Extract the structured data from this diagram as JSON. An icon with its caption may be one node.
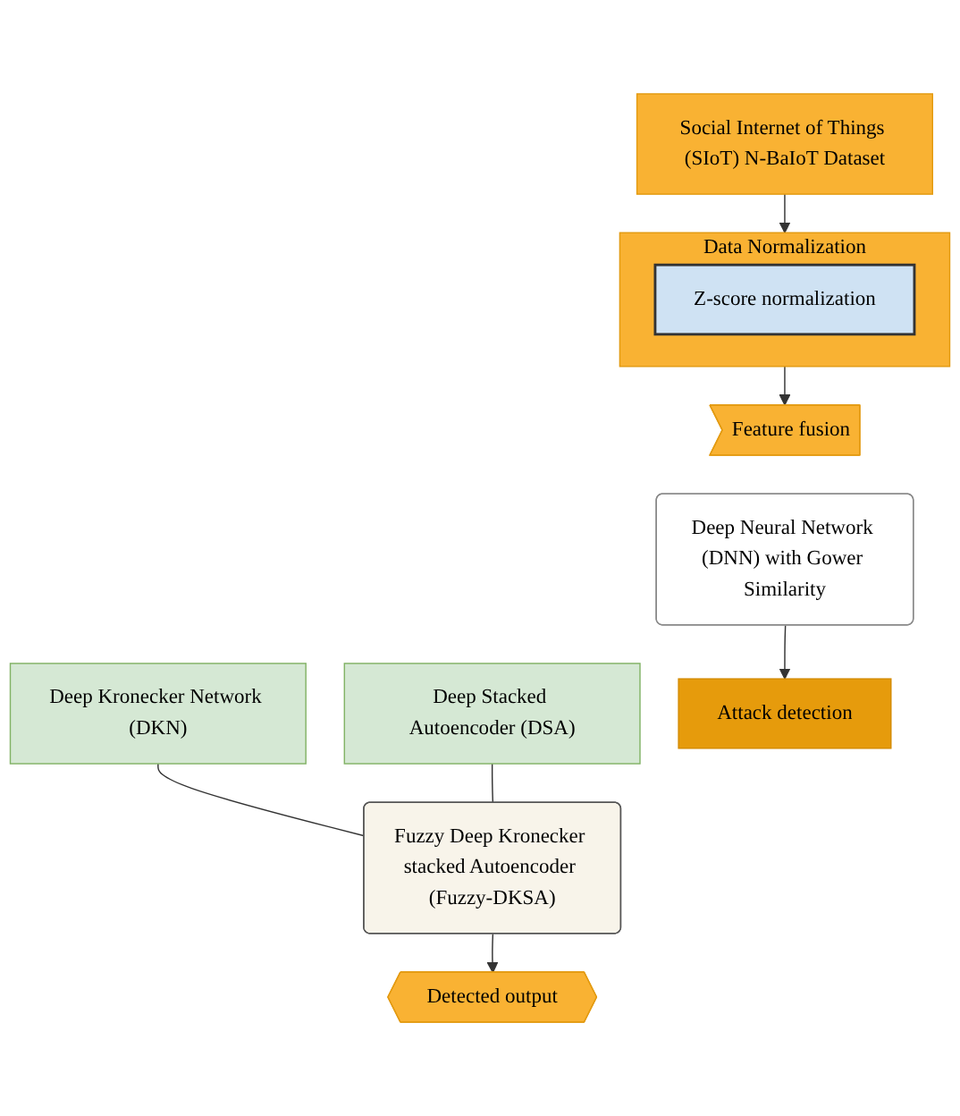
{
  "diagram": {
    "nodes": [
      {
        "text": [
          "Social Internet of Things (SIoT) N-BaIoT Dataset"
        ]
      },
      {
        "text": [
          "Data Normalization"
        ]
      },
      {
        "text": [
          "Z-score normalization"
        ],
        "in": 1
      },
      {
        "text": [
          "Feature fusion"
        ]
      },
      {
        "text": [
          "Deep Neural Network (DNN) with Gower Similarity"
        ]
      },
      {
        "text": [
          "Attack detection"
        ]
      },
      {
        "text": [
          "Deep Kronecker Network (DKN)"
        ]
      },
      {
        "text": [
          "Deep Stacked Autoencoder (DSA)"
        ]
      },
      {
        "text": [
          "Fuzzy Deep Kronecker stacked Autoencoder (Fuzzy-DKSA)"
        ]
      },
      {
        "text": [
          "Detected output"
        ]
      }
    ],
    "edges": [
      {
        "from": 0,
        "to": 1,
        "arrow": "to"
      },
      {
        "from": 1,
        "to": 3,
        "arrow": "to"
      },
      {
        "from": 4,
        "to": 5,
        "arrow": "to"
      },
      {
        "from": 6,
        "to": 8,
        "arrow": "none"
      },
      {
        "from": 7,
        "to": 8,
        "arrow": "none"
      },
      {
        "from": 8,
        "to": 9,
        "arrow": "to"
      }
    ]
  }
}
